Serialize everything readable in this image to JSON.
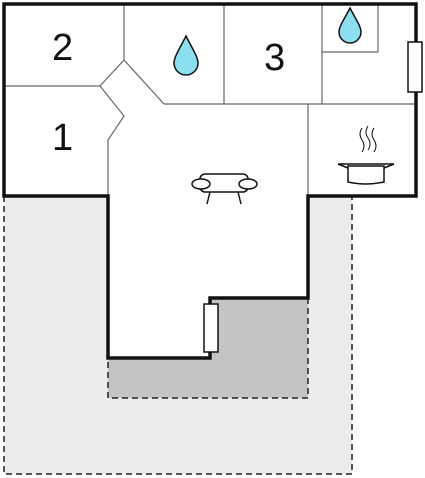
{
  "floorplan": {
    "rooms": [
      {
        "id": "bedroom-2",
        "label": "2"
      },
      {
        "id": "bedroom-3",
        "label": "3"
      },
      {
        "id": "bedroom-1",
        "label": "1"
      }
    ],
    "symbols": [
      "water-drop-icon",
      "water-drop-icon",
      "sofa-icon",
      "cooking-pot-icon",
      "window-icon",
      "window-icon"
    ],
    "colors": {
      "wall": "#111111",
      "terrace": "#ececec",
      "covered_terrace": "#c4c4c4",
      "water": "#8ddff0",
      "inner_wall": "#666666"
    }
  }
}
